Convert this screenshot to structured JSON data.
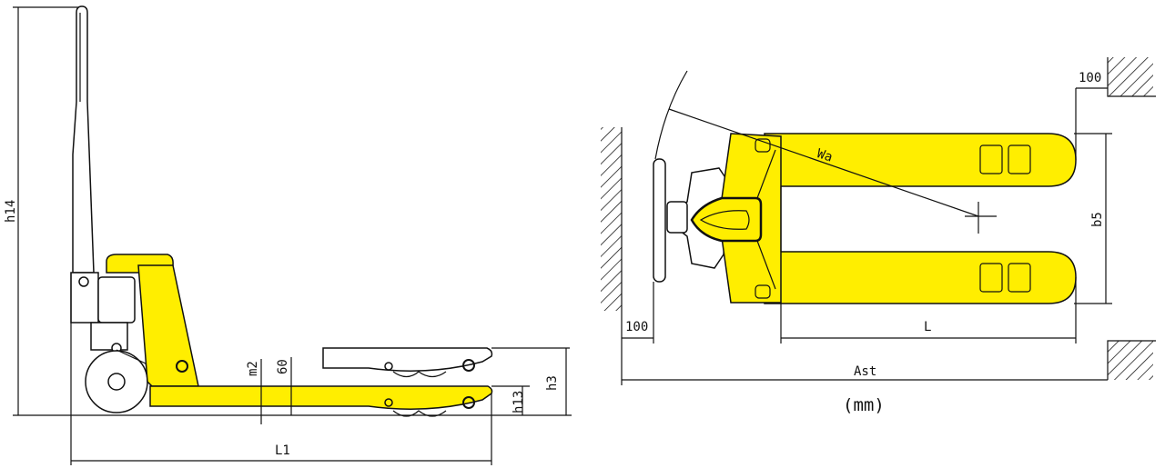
{
  "colors": {
    "body": "#FFEE00",
    "line": "#111111"
  },
  "side_view": {
    "labels": {
      "h14": "h14",
      "m2": "m2",
      "sixty": "60",
      "h13": "h13",
      "h3": "h3",
      "L1": "L1"
    }
  },
  "top_view": {
    "labels": {
      "Wa": "Wa",
      "b5": "b5",
      "L": "L",
      "clear_left": "100",
      "clear_right": "100",
      "Ast": "Ast"
    }
  },
  "unit": "(mm)"
}
